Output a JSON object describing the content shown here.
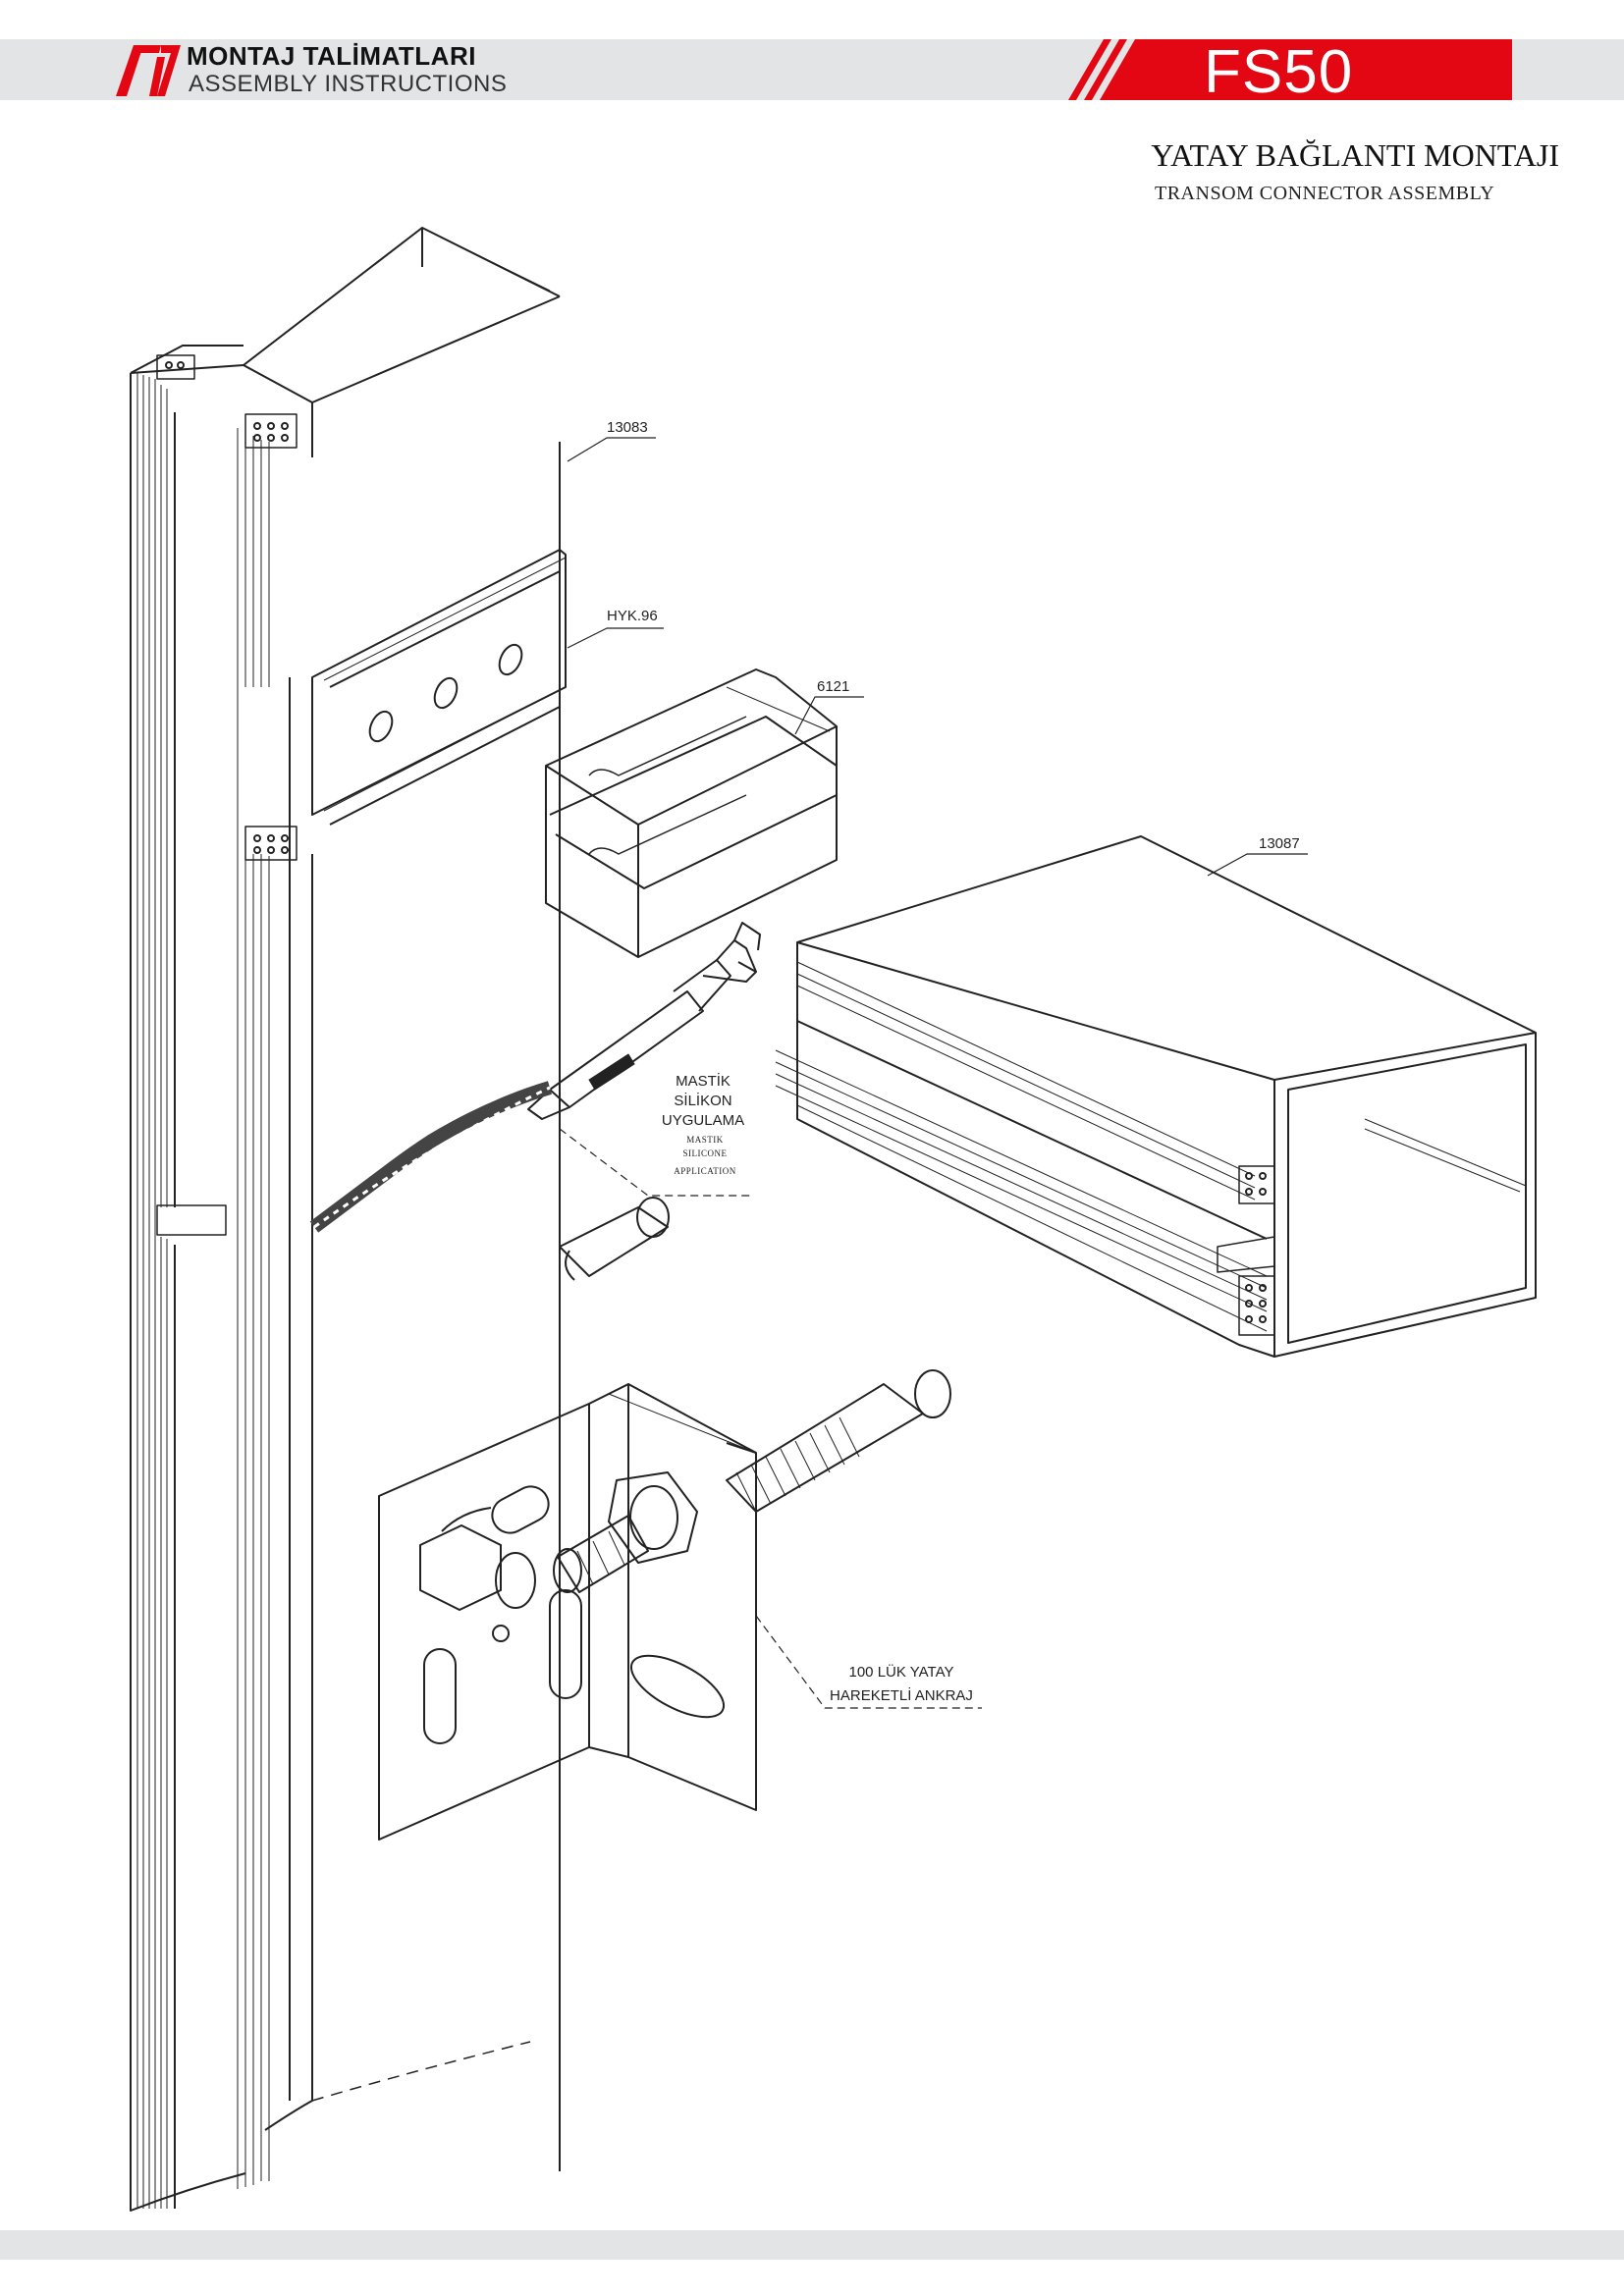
{
  "header": {
    "brand_title": "MONTAJ TALİMATLARI",
    "brand_subtitle": "ASSEMBLY INSTRUCTIONS",
    "model": "FS50",
    "accent_color": "#e30613",
    "band_color": "#e3e4e5"
  },
  "page": {
    "title": "YATAY BAĞLANTI MONTAJI",
    "subtitle": "TRANSOM CONNECTOR ASSEMBLY"
  },
  "callouts": {
    "mullion": "13083",
    "connector": "HYK.96",
    "gasket": "6121",
    "transom": "13087",
    "silicone_tr_1": "MASTİK",
    "silicone_tr_2": "SİLİKON",
    "silicone_tr_3": "UYGULAMA",
    "silicone_en_1": "MASTIK",
    "silicone_en_2": "SILICONE",
    "silicone_en_3": "APPLICATION",
    "anchor_1": "100 LÜK YATAY",
    "anchor_2": "HAREKETLİ ANKRAJ"
  }
}
